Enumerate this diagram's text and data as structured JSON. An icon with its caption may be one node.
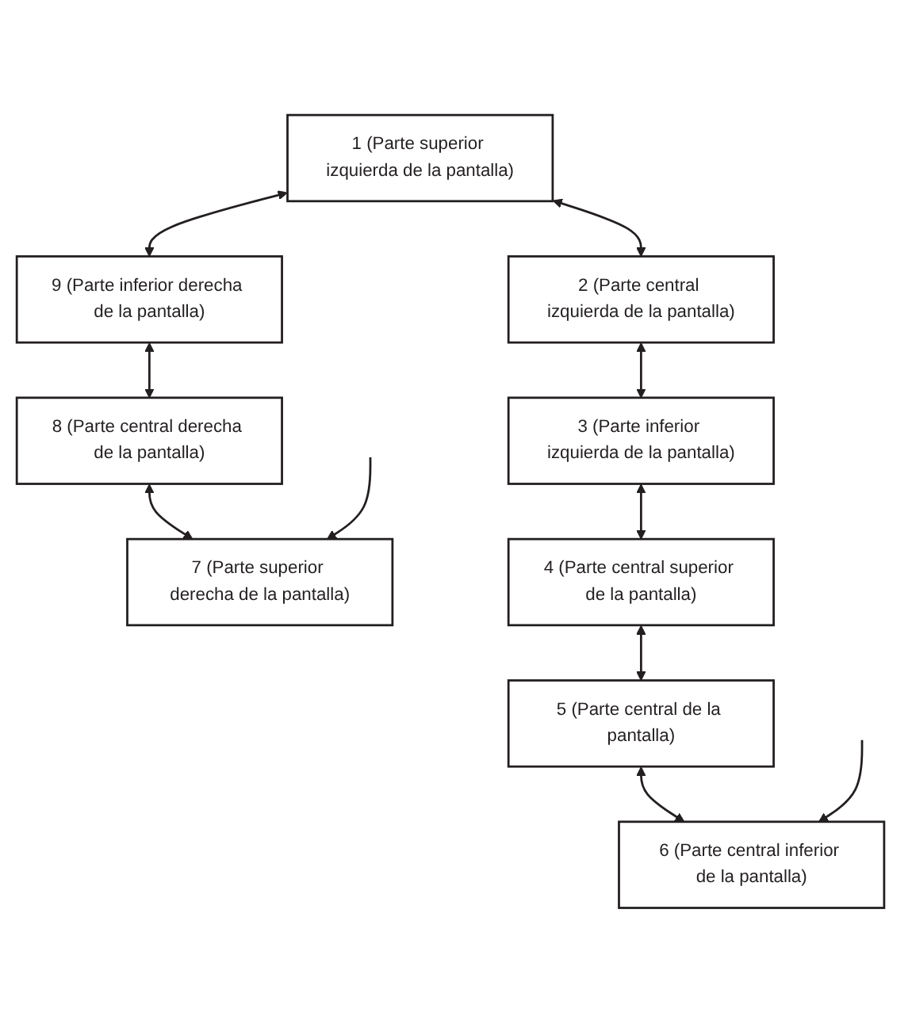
{
  "diagram": {
    "nodes": [
      {
        "text": [
          "1 (Parte superior izquierda de la pantalla)"
        ]
      },
      {
        "text": [
          "9 (Parte inferior derecha de la pantalla)"
        ]
      },
      {
        "text": [
          "8 (Parte central derecha de la pantalla)"
        ]
      },
      {
        "text": [
          "7 (Parte superior derecha de la pantalla)"
        ]
      },
      {
        "text": [
          "2 (Parte central izquierda de la pantalla)"
        ]
      },
      {
        "text": [
          "3 (Parte inferior izquierda de la pantalla)"
        ]
      },
      {
        "text": [
          "4 (Parte central superior de la pantalla)"
        ]
      },
      {
        "text": [
          "5 (Parte central de la pantalla)"
        ]
      },
      {
        "text": [
          "6 (Parte central inferior de la pantalla)"
        ]
      }
    ],
    "edges": [
      {
        "from": 0,
        "to": 4,
        "arrow": "both"
      },
      {
        "from": 0,
        "to": 1,
        "arrow": "both"
      },
      {
        "from": 1,
        "to": 2,
        "arrow": "both"
      },
      {
        "from": 2,
        "to": 3,
        "arrow": "both"
      },
      {
        "from": 4,
        "to": 5,
        "arrow": "both"
      },
      {
        "from": 5,
        "to": 6,
        "arrow": "both"
      },
      {
        "from": 6,
        "to": 7,
        "arrow": "both"
      },
      {
        "from": 7,
        "to": 8,
        "arrow": "both"
      },
      {
        "from": null,
        "to": 3,
        "arrow": "to"
      },
      {
        "from": null,
        "to": 8,
        "arrow": "to"
      }
    ]
  }
}
